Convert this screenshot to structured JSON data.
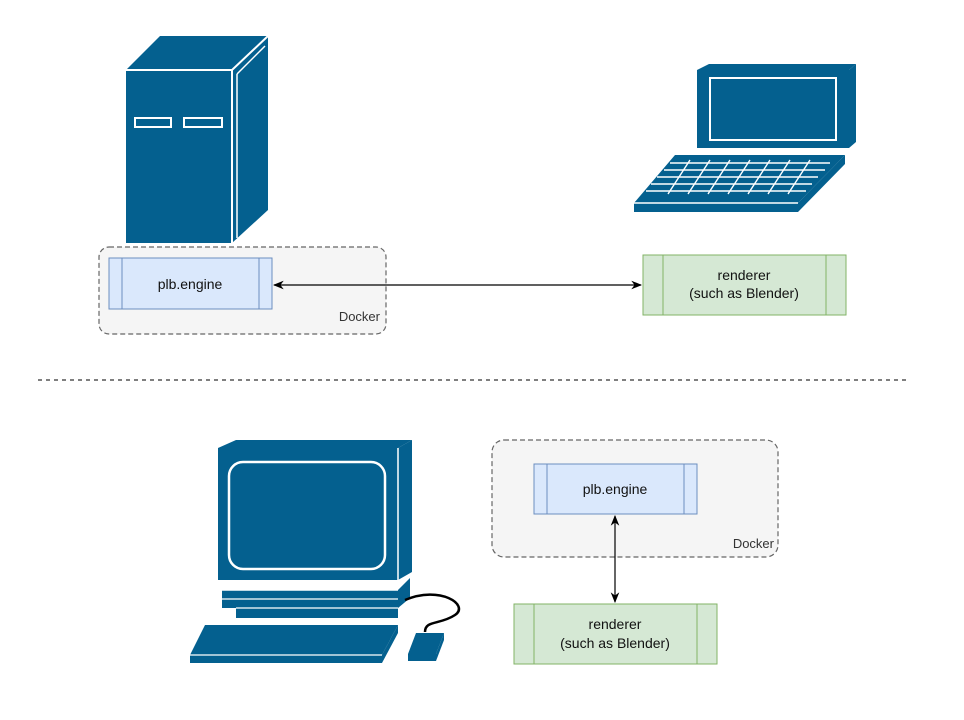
{
  "colors": {
    "device": "#04608f",
    "engine_fill": "#dae8fc",
    "engine_stroke": "#6c8ebf",
    "renderer_fill": "#d5e8d4",
    "renderer_stroke": "#82b366",
    "docker_fill": "#f5f5f5",
    "docker_stroke": "#666666",
    "separator": "#333333"
  },
  "top": {
    "server_icon": "server-tower-icon",
    "laptop_icon": "laptop-icon",
    "docker_label": "Docker",
    "engine_label": "plb.engine",
    "renderer_line1": "renderer",
    "renderer_line2": "(such as Blender)"
  },
  "bottom": {
    "desktop_icon": "desktop-computer-icon",
    "docker_label": "Docker",
    "engine_label": "plb.engine",
    "renderer_line1": "renderer",
    "renderer_line2": "(such as Blender)"
  }
}
